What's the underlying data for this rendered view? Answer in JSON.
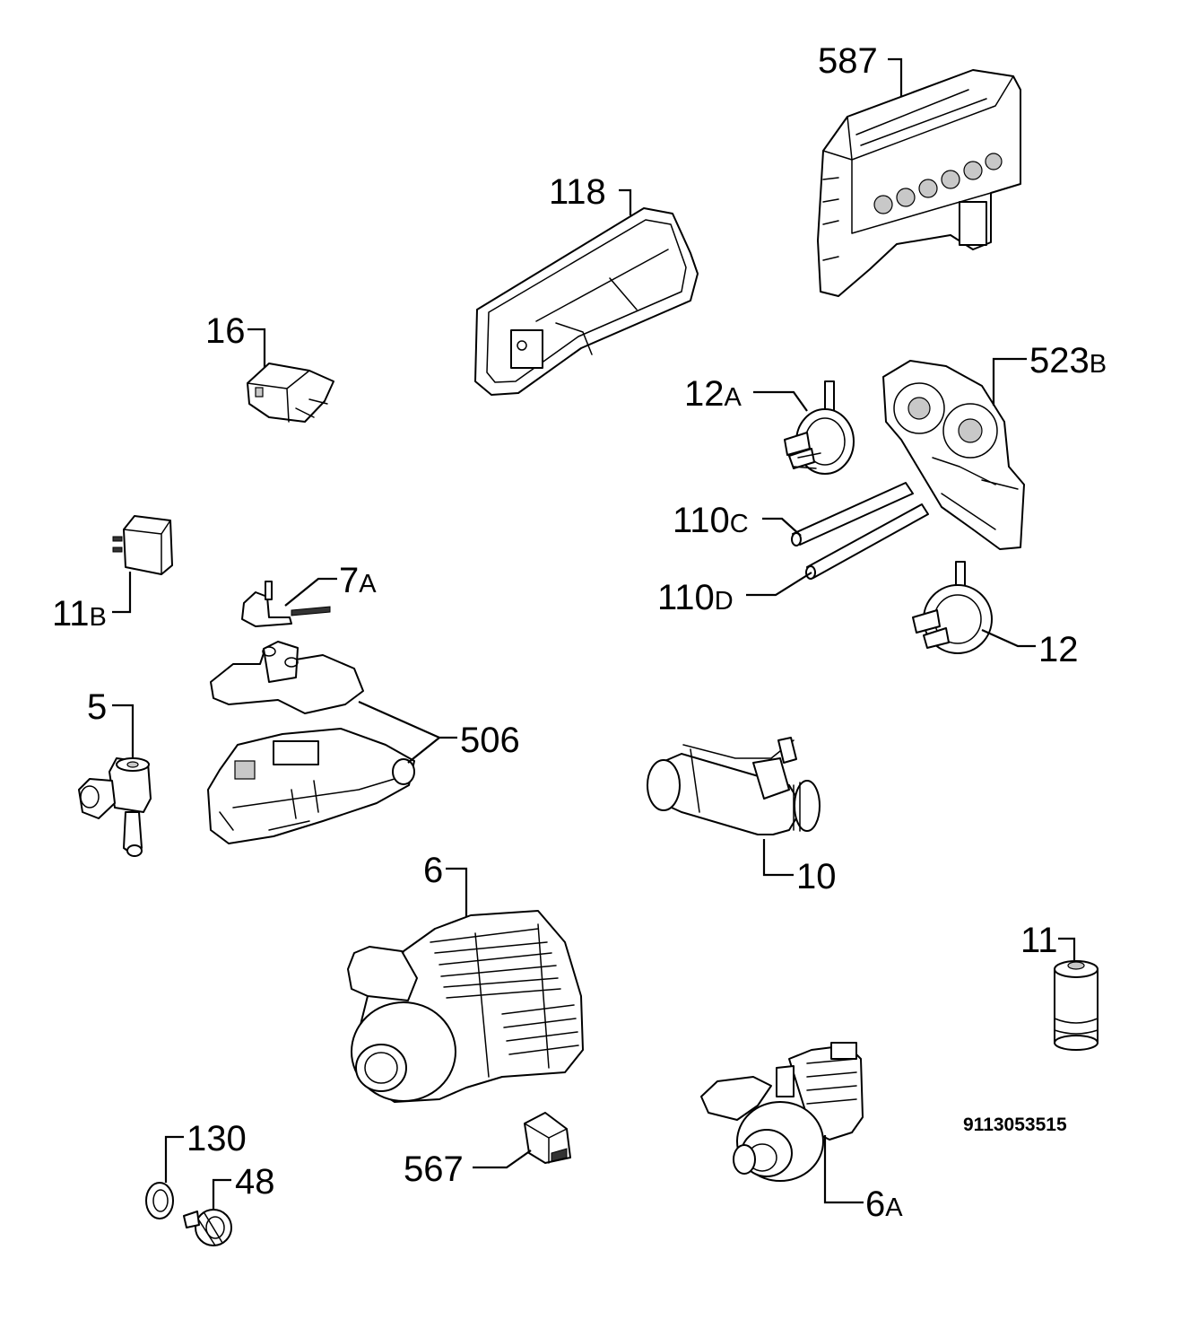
{
  "diagram": {
    "doc_number": "9113053515",
    "callouts": [
      {
        "id": "587",
        "num": "587",
        "suffix": ""
      },
      {
        "id": "118",
        "num": "118",
        "suffix": ""
      },
      {
        "id": "16",
        "num": "16",
        "suffix": ""
      },
      {
        "id": "523b",
        "num": "523",
        "suffix": "B"
      },
      {
        "id": "12a",
        "num": "12",
        "suffix": "A"
      },
      {
        "id": "110c",
        "num": "110",
        "suffix": "C"
      },
      {
        "id": "110d",
        "num": "110",
        "suffix": "D"
      },
      {
        "id": "12",
        "num": "12",
        "suffix": ""
      },
      {
        "id": "11b",
        "num": "11",
        "suffix": "B"
      },
      {
        "id": "7a",
        "num": "7",
        "suffix": "A"
      },
      {
        "id": "5",
        "num": "5",
        "suffix": ""
      },
      {
        "id": "506",
        "num": "506",
        "suffix": ""
      },
      {
        "id": "10",
        "num": "10",
        "suffix": ""
      },
      {
        "id": "6",
        "num": "6",
        "suffix": ""
      },
      {
        "id": "11",
        "num": "11",
        "suffix": ""
      },
      {
        "id": "130",
        "num": "130",
        "suffix": ""
      },
      {
        "id": "48",
        "num": "48",
        "suffix": ""
      },
      {
        "id": "567",
        "num": "567",
        "suffix": ""
      },
      {
        "id": "6a",
        "num": "6",
        "suffix": "A"
      }
    ]
  }
}
